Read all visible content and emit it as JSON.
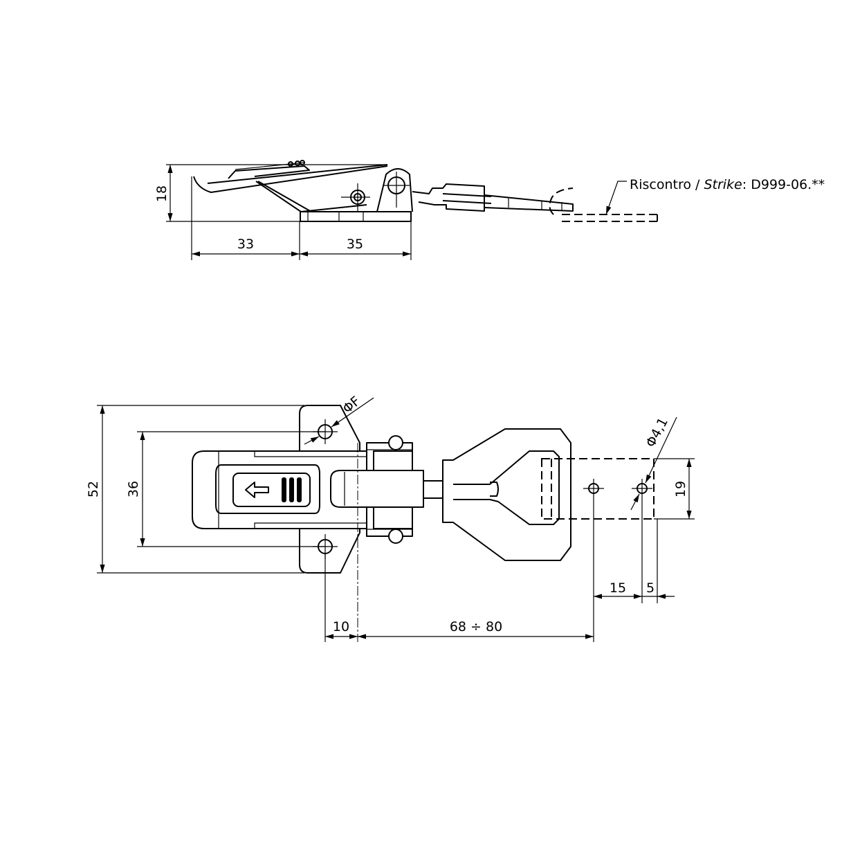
{
  "side_view": {
    "dim_height": "18",
    "dim_left": "33",
    "dim_right": "35",
    "strike_label": "Riscontro / ",
    "strike_label_italic": "Strike",
    "strike_code": ": D999-06.**"
  },
  "top_view": {
    "dim_plate_height": "52",
    "dim_hole_spacing": "36",
    "dim_hole_diameter": "ΦF",
    "dim_strike_hole_diameter": "Φ4,1",
    "dim_strike_width": "19",
    "dim_strike_holes": "15",
    "dim_strike_edge": "5",
    "dim_offset": "10",
    "dim_range": "68 ÷ 80"
  }
}
